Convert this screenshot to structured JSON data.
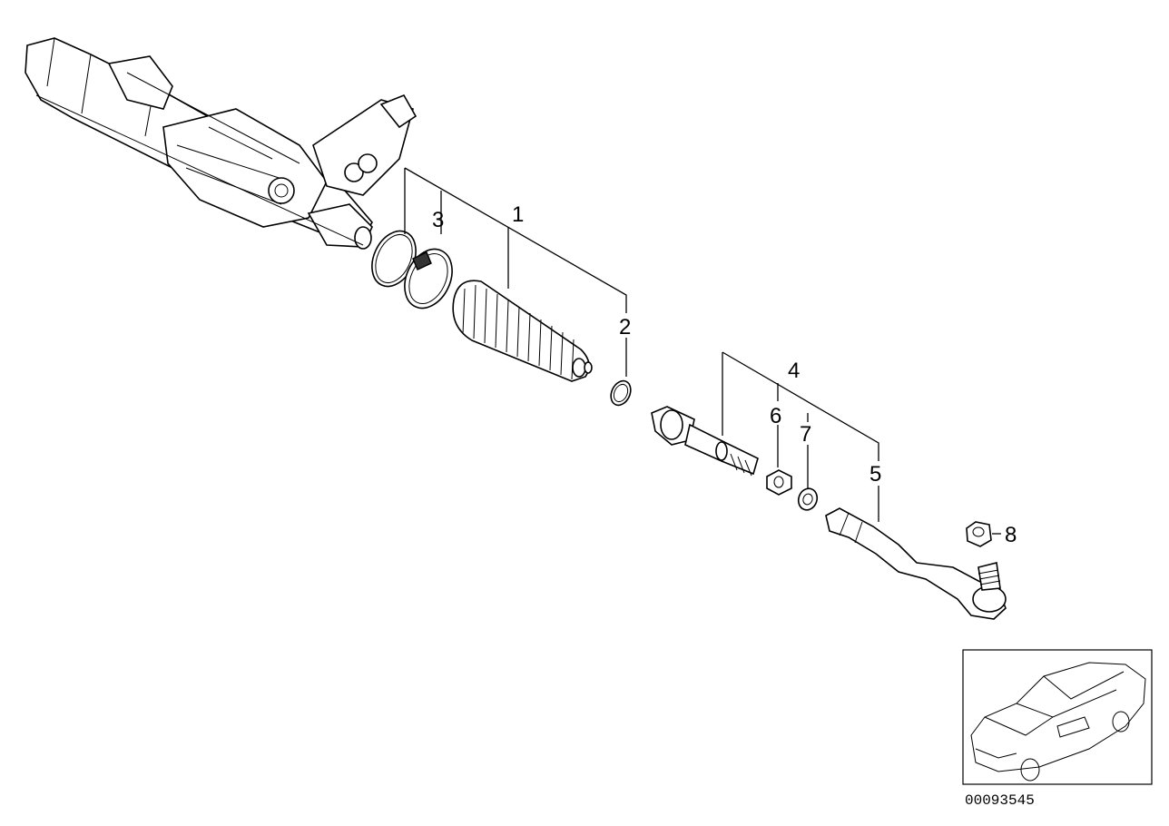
{
  "callouts": [
    {
      "id": "1",
      "label": "1"
    },
    {
      "id": "2",
      "label": "2"
    },
    {
      "id": "3",
      "label": "3"
    },
    {
      "id": "4",
      "label": "4"
    },
    {
      "id": "5",
      "label": "5"
    },
    {
      "id": "6",
      "label": "6"
    },
    {
      "id": "7",
      "label": "7"
    },
    {
      "id": "8",
      "label": "8"
    }
  ],
  "reference_number": "00093545"
}
